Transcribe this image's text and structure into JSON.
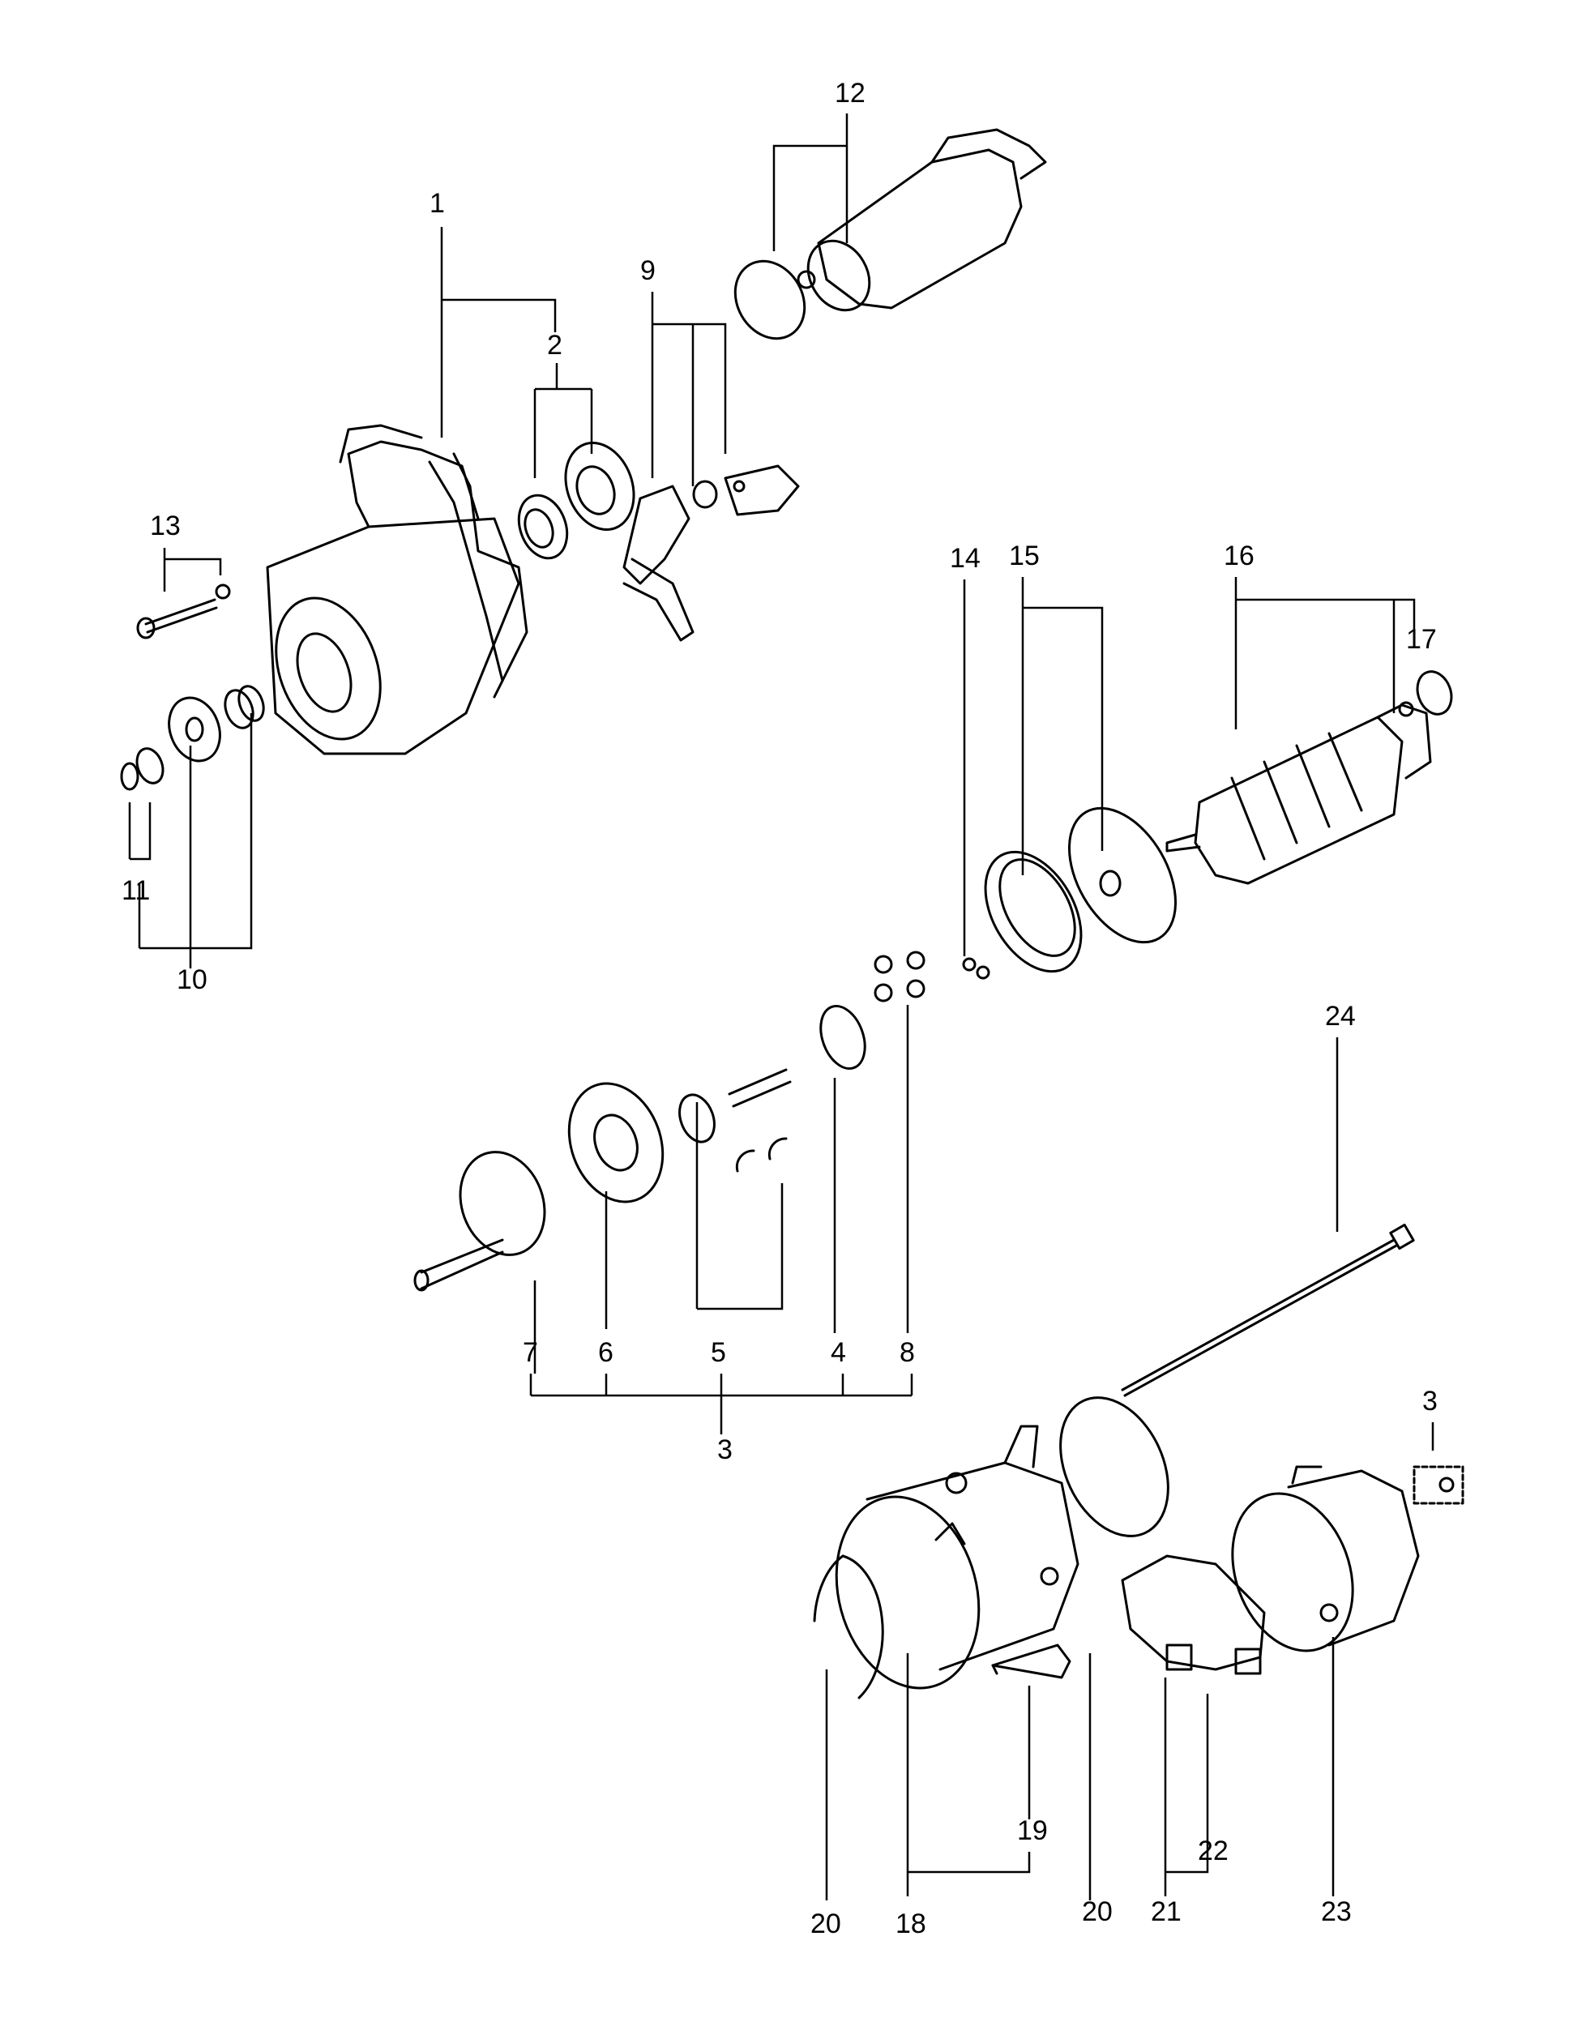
{
  "diagram": {
    "callouts": [
      "1",
      "2",
      "3",
      "4",
      "5",
      "6",
      "7",
      "8",
      "9",
      "10",
      "11",
      "12",
      "13",
      "14",
      "15",
      "16",
      "17",
      "18",
      "19",
      "20",
      "21",
      "22",
      "23",
      "24"
    ],
    "callouts_repeated": {
      "second_3": "3",
      "second_20": "20"
    }
  }
}
